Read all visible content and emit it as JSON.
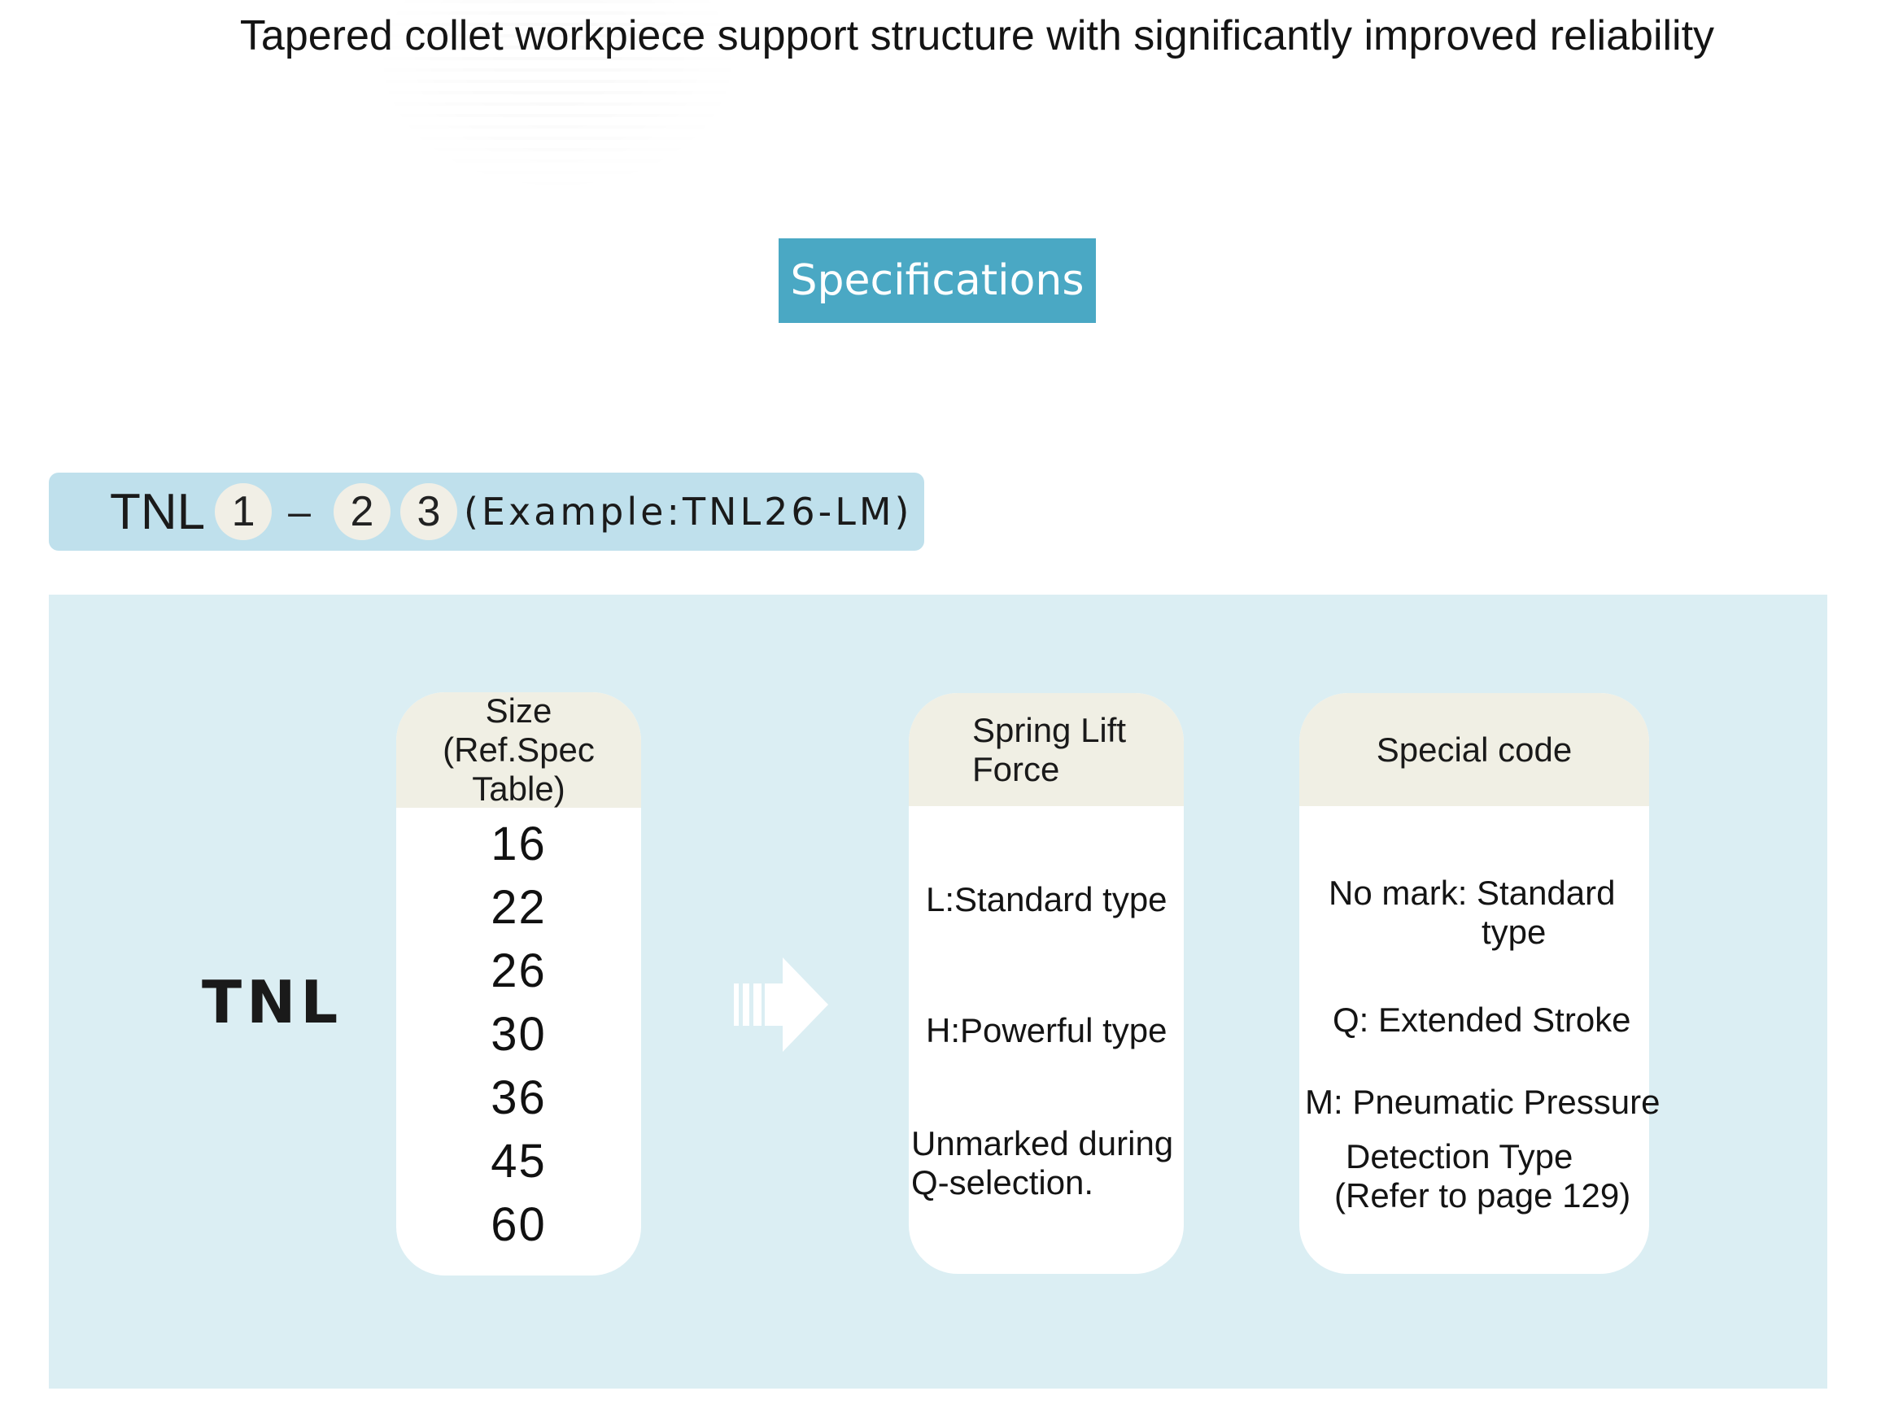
{
  "header": {
    "tagline": "Tapered collet workpiece support structure with significantly improved reliability",
    "section_title": "Specifications"
  },
  "model_code": {
    "prefix": "TNL",
    "slot1": "1",
    "dash": "–",
    "slot2": "2",
    "slot3": "3",
    "example": "(Example:TNL26-LM)"
  },
  "diagram": {
    "series_label": "TNL",
    "size": {
      "header_line1": "Size",
      "header_line2": "(Ref.Spec Table)",
      "values": [
        "16",
        "22",
        "26",
        "30",
        "36",
        "45",
        "60"
      ]
    },
    "arrow_icon": "right-arrow-icon",
    "spring_force": {
      "header_line1": "Spring Lift",
      "header_line2": "Force",
      "option_standard": "L:Standard type",
      "option_powerful": "H:Powerful type",
      "note_line1": "Unmarked during",
      "note_line2": "Q-selection."
    },
    "special_code": {
      "header": "Special code",
      "no_mark_line1": "No mark: Standard",
      "no_mark_line2": "type",
      "q_option": "Q: Extended Stroke",
      "m_line1": "M: Pneumatic Pressure",
      "m_line2": "Detection Type",
      "m_line3": "(Refer to page 129)"
    }
  },
  "colors": {
    "banner": "#4aa8c4",
    "code_bar": "#bfe0ec",
    "panel": "#dbeef3",
    "column_header": "#f0efe4"
  }
}
